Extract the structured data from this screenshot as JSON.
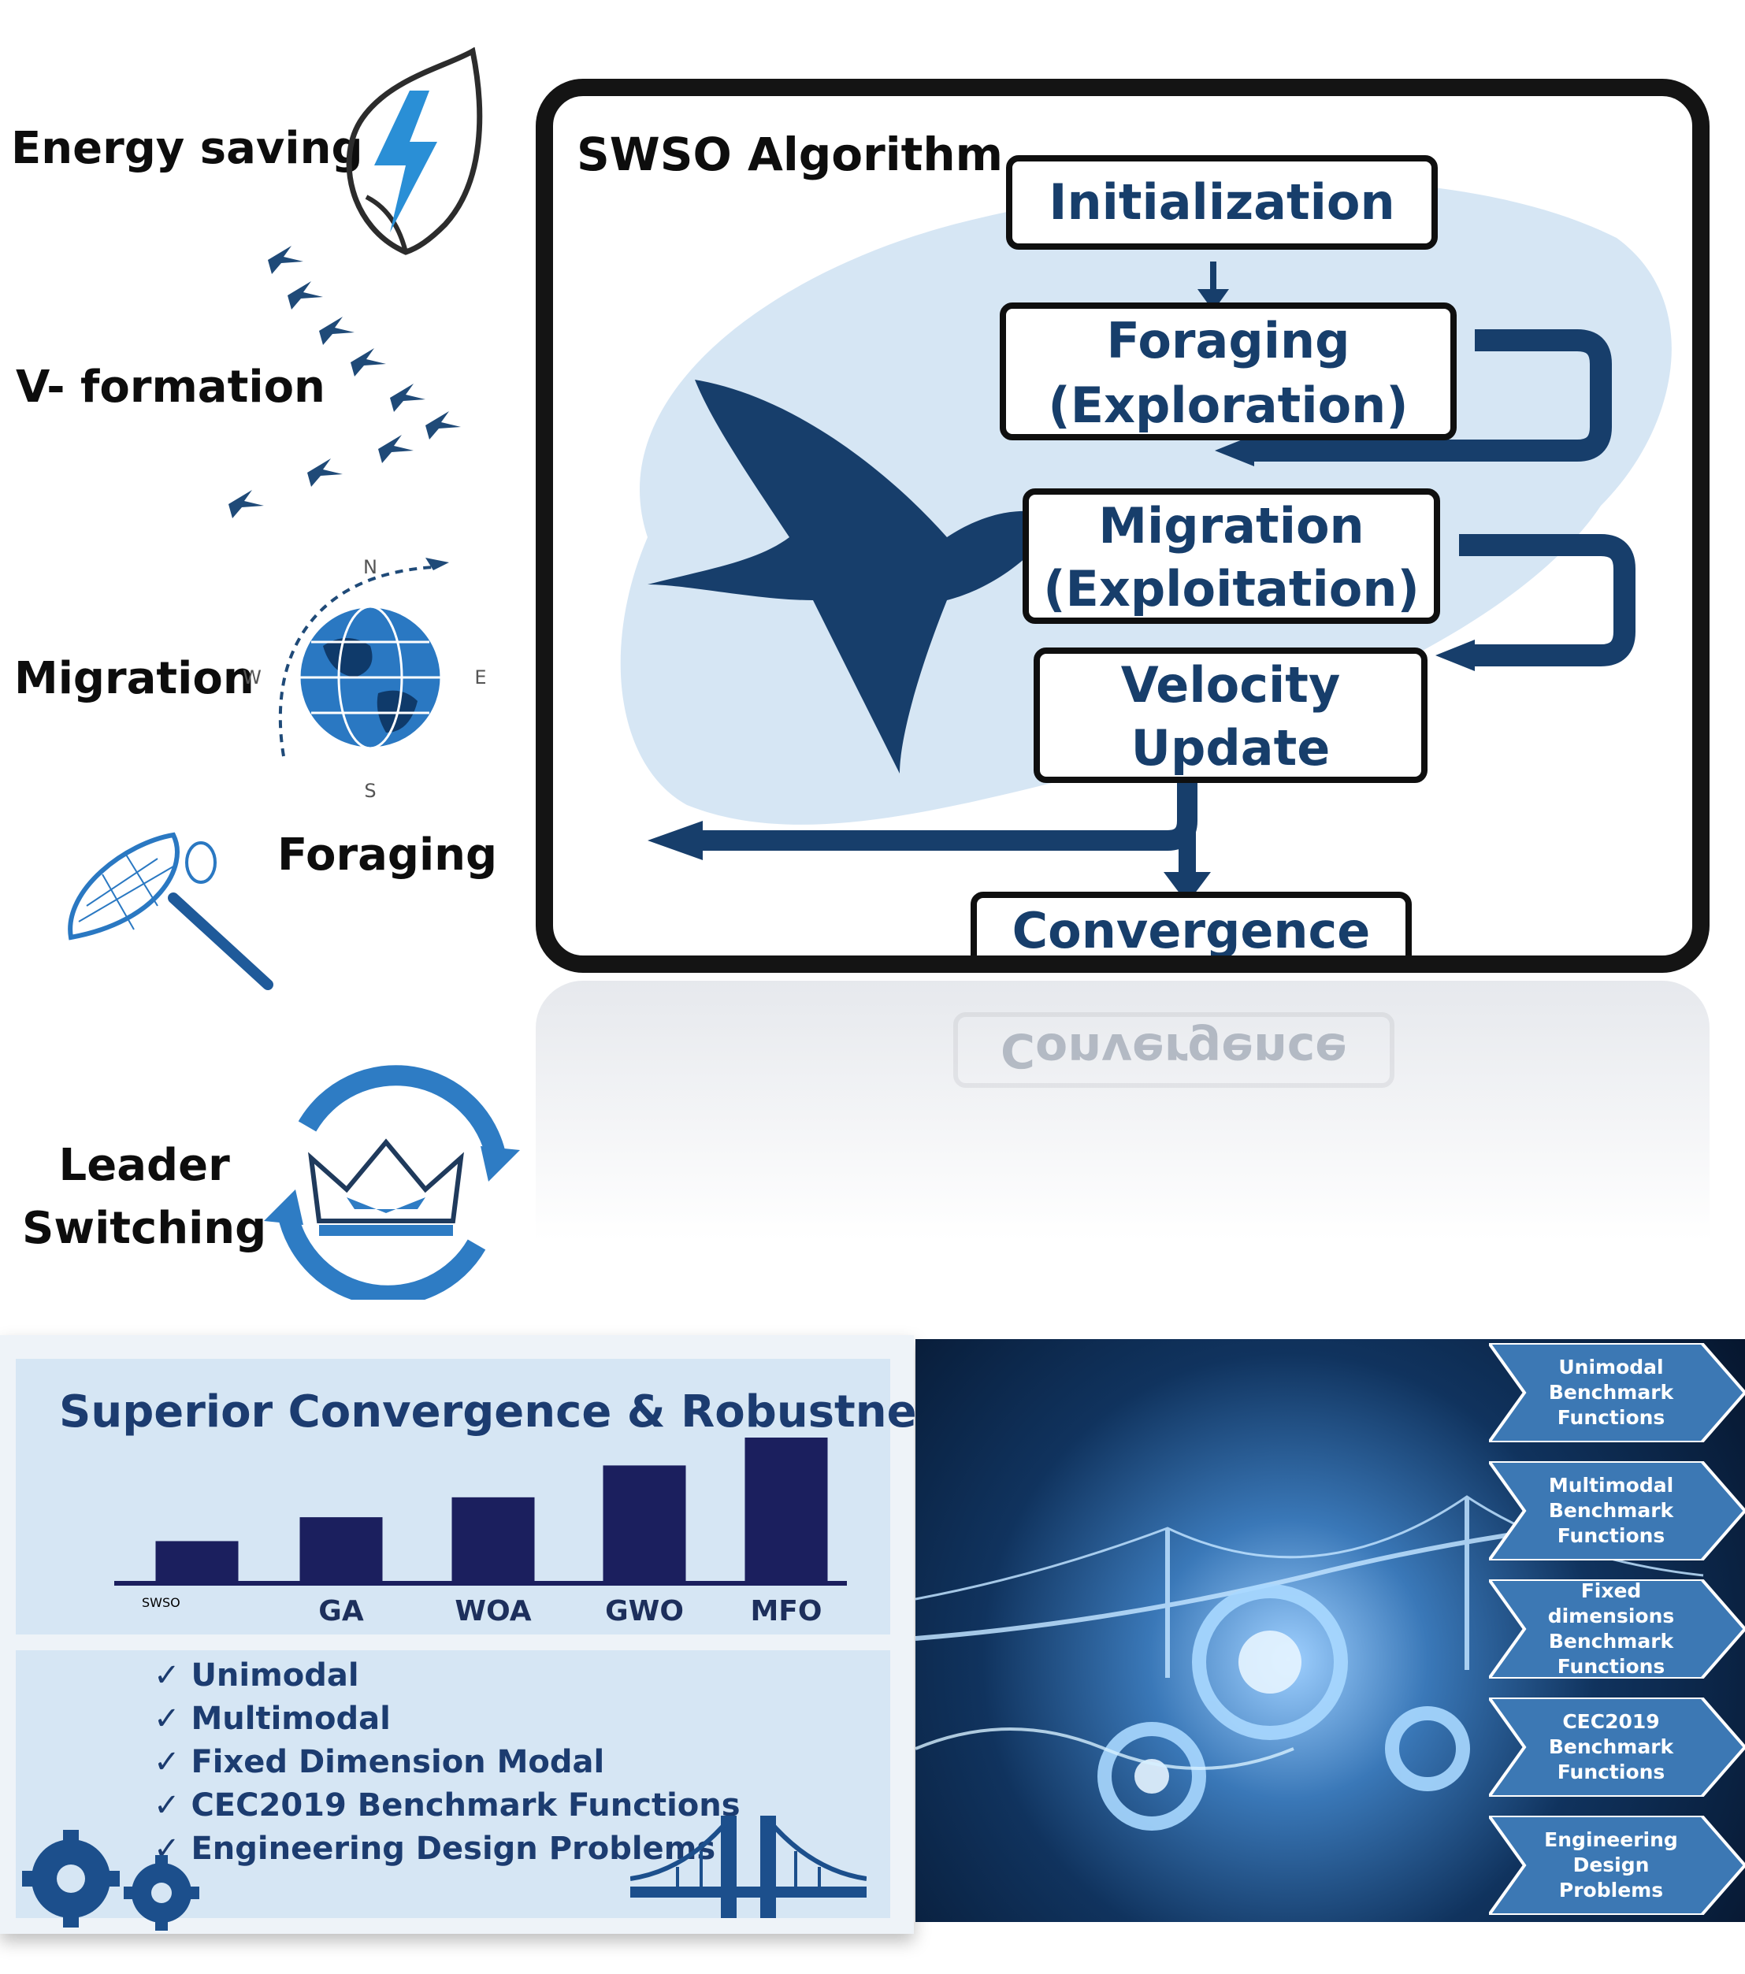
{
  "features": [
    {
      "label": "Energy saving",
      "icon": "leaf-lightning-icon"
    },
    {
      "label": "V- formation",
      "icon": "birds-v-formation-icon"
    },
    {
      "label": "Migration",
      "icon": "globe-compass-icon"
    },
    {
      "label": "Foraging",
      "icon": "net-beetle-icon"
    },
    {
      "label": "Leader\nSwitching",
      "icon": "crown-cycle-icon"
    }
  ],
  "compass": {
    "n": "N",
    "s": "S",
    "e": "E",
    "w": "W"
  },
  "algorithm": {
    "title": "SWSO Algorithm",
    "steps": [
      "Initialization",
      "Foraging\n(Exploration)",
      "Migration\n(Exploitation)",
      "Velocity\nUpdate",
      "Convergence"
    ]
  },
  "chart": {
    "title": "Superior Convergence & Robustness",
    "checklist": [
      "Unimodal",
      "Multimodal",
      "Fixed Dimension Modal",
      "CEC2019 Benchmark Functions",
      "Engineering Design Problems"
    ]
  },
  "chart_data": {
    "type": "bar",
    "title": "Superior Convergence & Robustness",
    "categories": [
      "SWSO",
      "GA",
      "WOA",
      "GWO",
      "MFO"
    ],
    "values": [
      1.0,
      1.6,
      2.1,
      2.9,
      3.6
    ],
    "ylim": [
      0,
      3.6
    ],
    "xlabel": "",
    "ylabel": "",
    "grid": false
  },
  "benchmarks": [
    "Unimodal\nBenchmark\nFunctions",
    "Multimodal\nBenchmark\nFunctions",
    "Fixed\ndimensions\nBenchmark\nFunctions",
    "CEC2019\nBenchmark\nFunctions",
    "Engineering\nDesign\nProblems"
  ],
  "colors": {
    "navy": "#1c3c70",
    "dark_blue": "#173e6b",
    "light_blue": "#d6e6f4",
    "chevron": "#3c78b4",
    "bar": "#1b1f5e"
  }
}
